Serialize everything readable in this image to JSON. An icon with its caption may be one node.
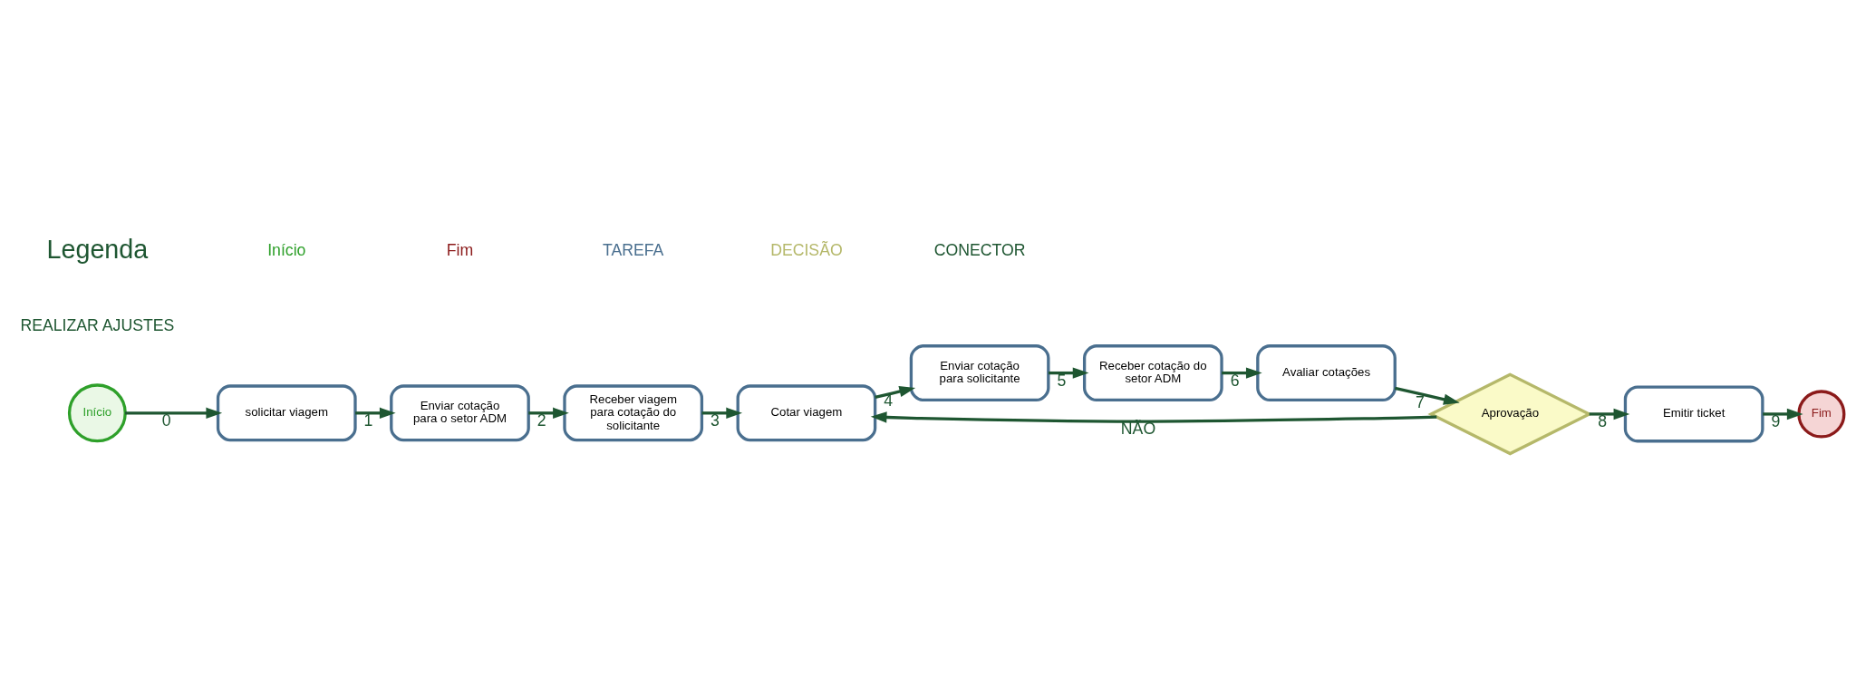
{
  "diagram": {
    "nodes": [
      {
        "text": [
          "Início"
        ]
      },
      {
        "text": [
          "solicitar viagem"
        ]
      },
      {
        "text": [
          "Enviar cotação para o setor ADM"
        ]
      },
      {
        "text": [
          "Receber viagem para cotação do solicitante"
        ]
      },
      {
        "text": [
          "Cotar viagem"
        ]
      },
      {
        "text": [
          "Enviar cotação para solicitante"
        ]
      },
      {
        "text": [
          "Receber cotação do setor ADM"
        ]
      },
      {
        "text": [
          "Avaliar cotações"
        ]
      },
      {
        "text": [
          "Aprovação"
        ]
      },
      {
        "text": [
          "Emitir ticket"
        ]
      },
      {
        "text": [
          "Fim"
        ]
      }
    ],
    "edges": [
      {
        "from": 0,
        "to": 1,
        "arrow": "to",
        "label": "0"
      },
      {
        "from": 1,
        "to": 2,
        "arrow": "to",
        "label": "1"
      },
      {
        "from": 2,
        "to": 3,
        "arrow": "to",
        "label": "2"
      },
      {
        "from": 3,
        "to": 4,
        "arrow": "to",
        "label": "3"
      },
      {
        "from": 4,
        "to": 5,
        "arrow": "to",
        "label": "4"
      },
      {
        "from": 5,
        "to": 6,
        "arrow": "to",
        "label": "5"
      },
      {
        "from": 6,
        "to": 7,
        "arrow": "to",
        "label": "6"
      },
      {
        "from": 7,
        "to": 8,
        "arrow": "to",
        "label": "7"
      },
      {
        "from": 8,
        "to": 9,
        "arrow": "to",
        "label": "8"
      },
      {
        "from": 9,
        "to": 10,
        "arrow": "to",
        "label": "9"
      },
      {
        "from": 8,
        "to": 4,
        "arrow": "to",
        "label": "NÃO"
      }
    ],
    "labels": [
      "REALIZAR AJUSTES",
      "Legenda"
    ],
    "legend": [
      {
        "text": "Início"
      },
      {
        "text": "Fim"
      },
      {
        "text": "TAREFA"
      },
      {
        "text": "DECISÃO"
      },
      {
        "text": "CONECTOR"
      }
    ]
  }
}
